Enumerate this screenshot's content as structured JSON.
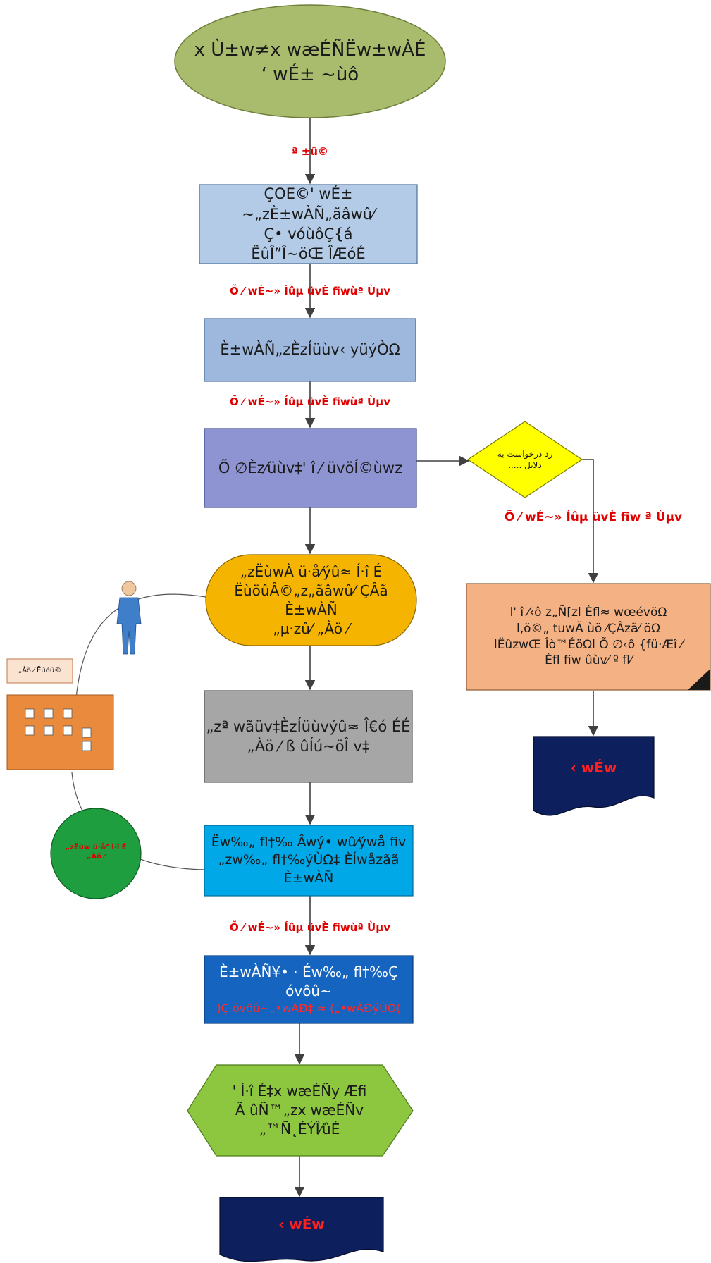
{
  "nodes": {
    "start": "x Ù±w≠x wæÉÑËw±wÀÉ\n‘ wÉ± ~ùô",
    "step1": "ÇOE©' wÉ± ~„zÈ±wÀÑ„ãâwû⁄\nÇ• vóùôÇ{á\nËûÎ”Î~öŒ  ÎÆóÉ",
    "step2": "È±wÀÑ„zÈzÍüùv‹ yüýÒΩ",
    "step3": "Õ ∅Èz⁄üùv‡' î ⁄ üvöÍ©ùwz",
    "decision": "رد درخواست به\nدلایل .....",
    "step4": "„zËùwÀ ü·å⁄ýû≈ Í·î É\nËùöûÂ©„z„ãâwû⁄ ÇÂã È±wÀÑ\n„µ·zû⁄ „Àö ⁄",
    "step5": "„zª wãüv‡ÈzÍüùvýû≈ Î€ó ÉÉ\n„Àö ⁄ ß ûÍú~öÎ v‡",
    "step6": "Ëw‰„ fl†‰ Âwý• wû⁄ýwå fiv\n„zw‰„ fl†‰ýÙΩ‡ ÈÍwåzãã\nÈ±wÀÑ",
    "step7_line1": "È±wÀÑ¥• · Éw‰„ fl†‰Ç óvôû~",
    "step7_line2": ")Ç óvôû~„•wÀÐ‡ ≈ („•wÀÐýÙÒ(",
    "side_doc": "l' î ⁄‹ô z„Ñ[zl Èfl≈ wœévöΩ\nl‚ö©„ tuwÃ ùö ⁄ÇÂzã⁄ öΩ\nlËûzwŒ  Îò™ÉöΩl Õ ∅‹ô {fü·Æî ⁄\nÈfl fiw ûùv⁄ º fl⁄",
    "end_right": "‹ wÉw",
    "final": "' Í·î É‡x wæÉÑy Æfi\nÃ ûÑ™„zx wæÉÑv\n„™Ñ˛ÉÝÎ⁄ûÉ",
    "end_bottom": "‹ wÉw"
  },
  "edge_labels": {
    "e1": "ª ±û©",
    "e2": "Õ ⁄ wÉ~» Íûµ üvÈ fiwùª Ùµv",
    "e3": "Õ ⁄ wÉ~» Íûµ üvÈ fiwùª Ùµv",
    "e4": "Õ ⁄ wÉ~» Íûµ üvÈ fiw ª Ùµv",
    "e5": "Õ ⁄ wÉ~» Íûµ üvÈ fiwùª Ùµv"
  },
  "actors": {
    "building": "„Àö ⁄ Ëùôû©",
    "circle": "„zËùw ü·å⁄‘ Í·î É\n„Àö ⁄"
  },
  "colors": {
    "start_fill": "#a9bb6c",
    "blue_light": "#b3cbe6",
    "blue_mid": "#9db8dc",
    "purple": "#8e93d2",
    "decision": "#ffff00",
    "orange_pill": "#f5b400",
    "gray": "#a6a6a6",
    "cyan": "#00a8e8",
    "blue_dark": "#1565c0",
    "hexagon": "#8dc63f",
    "navy": "#0d1f5c",
    "peach": "#f4b183",
    "building": "#e98a3c",
    "circle": "#1e9e3e",
    "label_red": "#e00000",
    "end_text": "#ff2020"
  }
}
